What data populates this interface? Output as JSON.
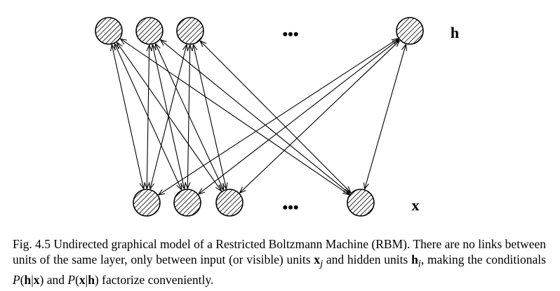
{
  "figure": {
    "hidden_layer_label": "h",
    "visible_layer_label": "x",
    "ellipsis_top": "•••",
    "ellipsis_bottom": "•••"
  },
  "caption": {
    "prefix": "Fig. 4.5 Undirected graphical model of a Restricted Boltzmann Machine (RBM). There are no links between units of the same layer, only between input (or visible) units ",
    "xj": "x",
    "xj_sub": "j",
    "mid": " and hidden units ",
    "hi": "h",
    "hi_sub": "i",
    "mid2": ", making the conditionals ",
    "p1": "P",
    "p1_args_open": "(",
    "p1_h": "h",
    "p1_bar": "|",
    "p1_x": "x",
    "p1_close": ")",
    "and": " and ",
    "p2": "P",
    "p2_args_open": "(",
    "p2_x": "x",
    "p2_bar": "|",
    "p2_h": "h",
    "p2_close": ")",
    "suffix": " factorize conveniently."
  }
}
